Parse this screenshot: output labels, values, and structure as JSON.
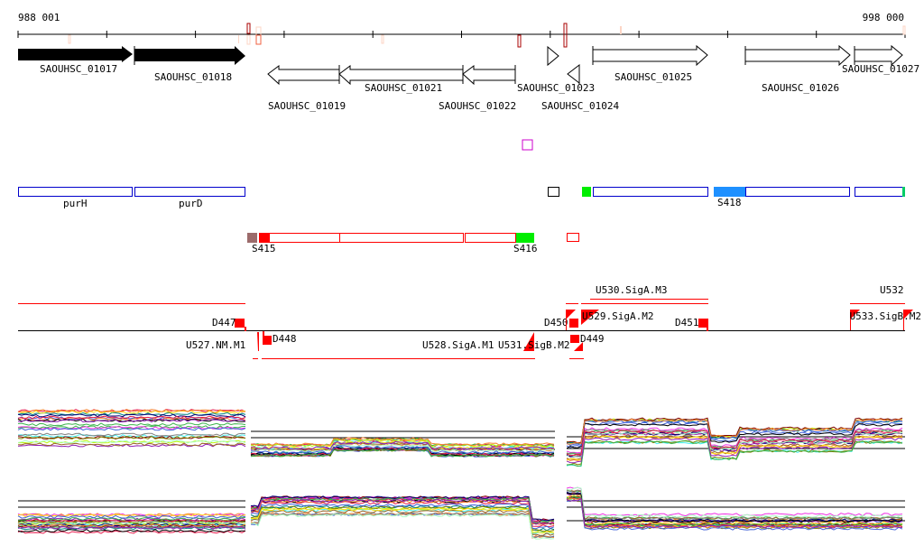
{
  "ruler": {
    "start_label": "988 001",
    "end_label": "998 000"
  },
  "genes": [
    {
      "name": "SAOUHSC_01017",
      "strand": "+",
      "filled": true
    },
    {
      "name": "SAOUHSC_01018",
      "strand": "+",
      "filled": true
    },
    {
      "name": "SAOUHSC_01019",
      "strand": "-",
      "filled": false
    },
    {
      "name": "SAOUHSC_01021",
      "strand": "-",
      "filled": false
    },
    {
      "name": "SAOUHSC_01022",
      "strand": "-",
      "filled": false
    },
    {
      "name": "SAOUHSC_01023",
      "strand": "+",
      "filled": false
    },
    {
      "name": "SAOUHSC_01024",
      "strand": "-",
      "filled": false
    },
    {
      "name": "SAOUHSC_01025",
      "strand": "+",
      "filled": false
    },
    {
      "name": "SAOUHSC_01026",
      "strand": "+",
      "filled": false
    },
    {
      "name": "SAOUHSC_01027",
      "strand": "+",
      "filled": false
    }
  ],
  "operons": {
    "purH": "purH",
    "purD": "purD",
    "S418": "S418"
  },
  "segments": {
    "S415": "S415",
    "S416": "S416"
  },
  "features": {
    "D447": "D447",
    "D448": "D448",
    "D449": "D449",
    "D450": "D450",
    "D451": "D451",
    "U527": "U527.NM.M1",
    "U528": "U528.SigA.M1",
    "U531": "U531.SigB.M2",
    "U529": "U529.SigA.M2",
    "U530": "U530.SigA.M3",
    "U533": "U533.SigB.M2",
    "U532": "U532"
  },
  "colors": {
    "red": "#ff0000",
    "blue": "#0000cc",
    "green": "#00ee00",
    "lightblue": "#1e90ff",
    "brown": "#9c6b6b",
    "magenta": "#cc00cc"
  }
}
